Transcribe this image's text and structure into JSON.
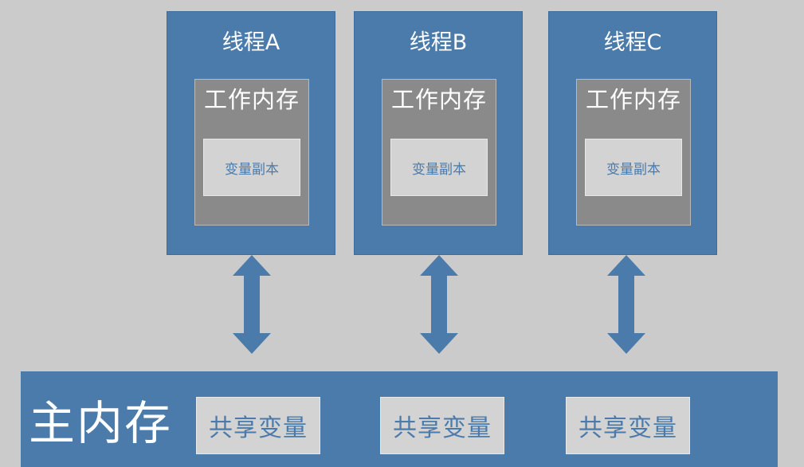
{
  "threads": [
    {
      "title": "线程A",
      "work_memory_label": "工作内存",
      "variable_copy_label": "变量副本"
    },
    {
      "title": "线程B",
      "work_memory_label": "工作内存",
      "variable_copy_label": "变量副本"
    },
    {
      "title": "线程C",
      "work_memory_label": "工作内存",
      "variable_copy_label": "变量副本"
    }
  ],
  "main_memory": {
    "label": "主内存",
    "shared_variables": [
      "共享变量",
      "共享变量",
      "共享变量"
    ]
  },
  "colors": {
    "background": "#cbcbcb",
    "thread_box": "#4a7bab",
    "work_memory_box": "#8a8a8a",
    "variable_box": "#d3d3d3",
    "arrow": "#4a7bab"
  }
}
